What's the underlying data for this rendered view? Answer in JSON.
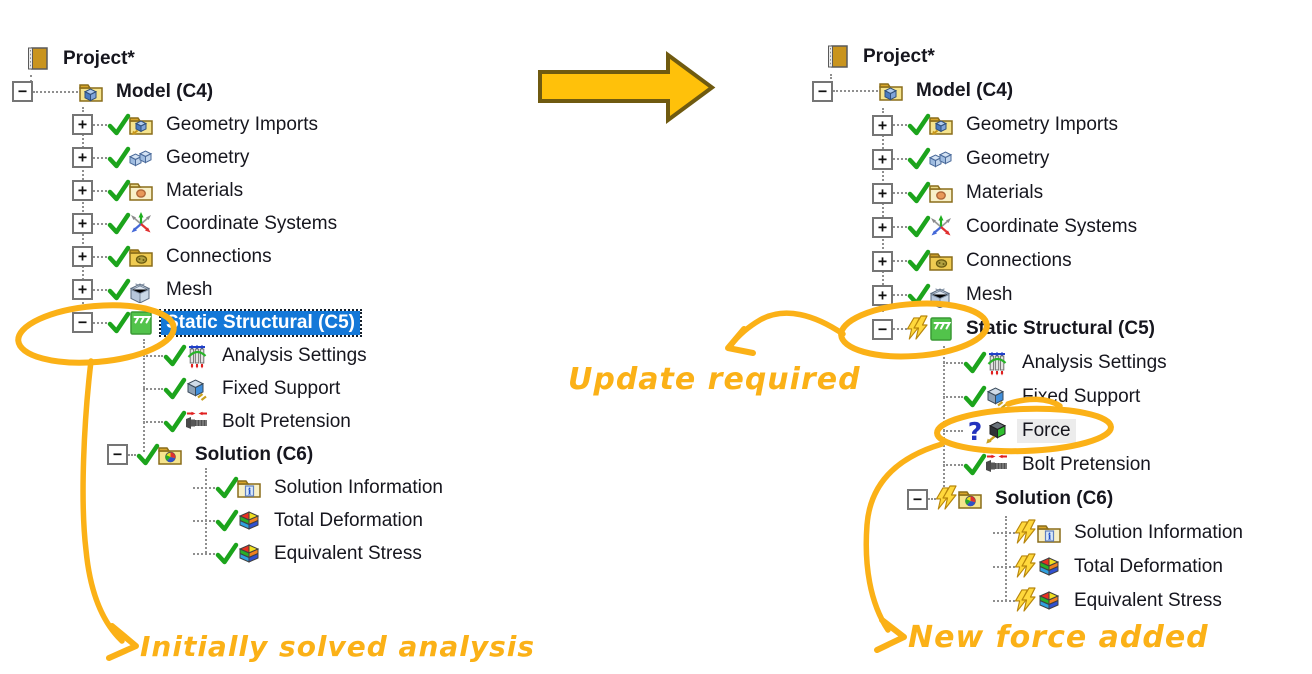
{
  "colors": {
    "annotation": "#FBB117",
    "transition_arrow_fill": "#FFC10A",
    "transition_arrow_stroke": "#6F5A10",
    "selection_bg": "#1478D8",
    "check_green": "#1CA41C",
    "bolt_yellow": "#FFD83C",
    "question_blue": "#2433BE"
  },
  "annotations": {
    "initially_solved": "Initially solved analysis",
    "update_required": "Update required",
    "new_force": "New force added"
  },
  "glyphs": {
    "minus": "−",
    "plus": "+",
    "question": "?"
  },
  "trees": {
    "left": {
      "rows": [
        {
          "label": "Project*",
          "lv": "p0",
          "icon": "project",
          "bold": true
        },
        {
          "label": "Model (C4)",
          "lv": "m1",
          "icon": "model-folder",
          "exp": "minus",
          "bold": true
        },
        {
          "label": "Geometry Imports",
          "lv": "l2",
          "icon": "geometry-imports-folder",
          "exp": "plus",
          "st": "check"
        },
        {
          "label": "Geometry",
          "lv": "l2",
          "icon": "geometry-cubes",
          "exp": "plus",
          "st": "check"
        },
        {
          "label": "Materials",
          "lv": "l2",
          "icon": "materials-folder",
          "exp": "plus",
          "st": "check"
        },
        {
          "label": "Coordinate Systems",
          "lv": "l2",
          "icon": "coordinate-systems",
          "exp": "plus",
          "st": "check"
        },
        {
          "label": "Connections",
          "lv": "l2",
          "icon": "connections-folder",
          "exp": "plus",
          "st": "check"
        },
        {
          "label": "Mesh",
          "lv": "l2",
          "icon": "mesh-cube",
          "exp": "plus",
          "st": "check"
        },
        {
          "label": "Static Structural (C5)",
          "lv": "l2",
          "icon": "static-structural",
          "exp": "minus",
          "st": "check",
          "bold": true,
          "sel": true
        },
        {
          "label": "Analysis Settings",
          "lv": "l3",
          "icon": "analysis-settings",
          "st": "check"
        },
        {
          "label": "Fixed Support",
          "lv": "l3",
          "icon": "fixed-support",
          "st": "check"
        },
        {
          "label": "Bolt Pretension",
          "lv": "l3",
          "icon": "bolt-pretension",
          "st": "check"
        },
        {
          "label": "Solution (C6)",
          "lv": "s3",
          "icon": "solution-folder",
          "exp": "minus",
          "st": "check",
          "bold": true
        },
        {
          "label": "Solution Information",
          "lv": "l4",
          "icon": "solution-information",
          "st": "check"
        },
        {
          "label": "Total Deformation",
          "lv": "l4",
          "icon": "result-cube",
          "st": "check"
        },
        {
          "label": "Equivalent Stress",
          "lv": "l4",
          "icon": "result-cube",
          "st": "check"
        }
      ]
    },
    "right": {
      "rows": [
        {
          "label": "Project*",
          "lv": "p0",
          "icon": "project",
          "bold": true
        },
        {
          "label": "Model (C4)",
          "lv": "m1",
          "icon": "model-folder",
          "exp": "minus",
          "bold": true
        },
        {
          "label": "Geometry Imports",
          "lv": "l2",
          "icon": "geometry-imports-folder",
          "exp": "plus",
          "st": "check"
        },
        {
          "label": "Geometry",
          "lv": "l2",
          "icon": "geometry-cubes",
          "exp": "plus",
          "st": "check"
        },
        {
          "label": "Materials",
          "lv": "l2",
          "icon": "materials-folder",
          "exp": "plus",
          "st": "check"
        },
        {
          "label": "Coordinate Systems",
          "lv": "l2",
          "icon": "coordinate-systems",
          "exp": "plus",
          "st": "check"
        },
        {
          "label": "Connections",
          "lv": "l2",
          "icon": "connections-folder",
          "exp": "plus",
          "st": "check"
        },
        {
          "label": "Mesh",
          "lv": "l2",
          "icon": "mesh-cube",
          "exp": "plus",
          "st": "check"
        },
        {
          "label": "Static Structural (C5)",
          "lv": "l2",
          "icon": "static-structural",
          "exp": "minus",
          "st": "bolt",
          "bold": true
        },
        {
          "label": "Analysis Settings",
          "lv": "l3",
          "icon": "analysis-settings",
          "st": "check"
        },
        {
          "label": "Fixed Support",
          "lv": "l3",
          "icon": "fixed-support",
          "st": "check"
        },
        {
          "label": "Force",
          "lv": "l3",
          "icon": "force-cube",
          "st": "question",
          "hl": true
        },
        {
          "label": "Bolt Pretension",
          "lv": "l3",
          "icon": "bolt-pretension",
          "st": "check"
        },
        {
          "label": "Solution (C6)",
          "lv": "s3",
          "icon": "solution-folder",
          "exp": "minus",
          "st": "bolt",
          "bold": true
        },
        {
          "label": "Solution Information",
          "lv": "l4",
          "icon": "solution-information",
          "st": "bolt"
        },
        {
          "label": "Total Deformation",
          "lv": "l4",
          "icon": "result-cube",
          "st": "bolt"
        },
        {
          "label": "Equivalent Stress",
          "lv": "l4",
          "icon": "result-cube",
          "st": "bolt"
        }
      ]
    }
  }
}
